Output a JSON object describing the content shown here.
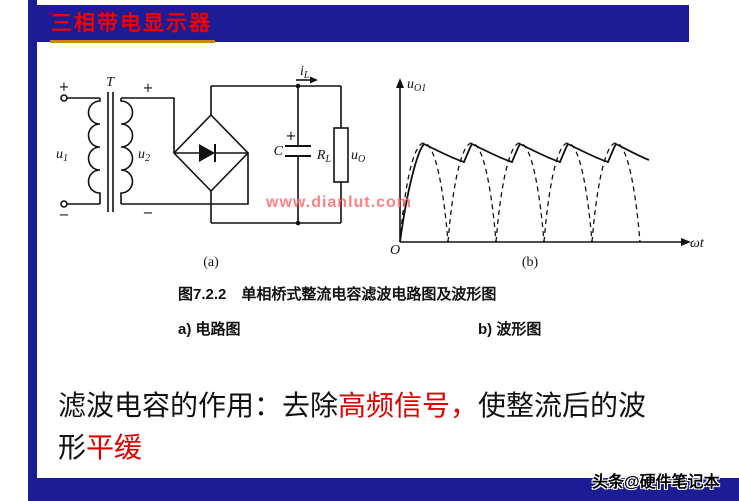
{
  "page": {
    "title": "三相带电显示器",
    "watermark": "www.dianlut.com",
    "credit": "头条@硬件笔记本"
  },
  "figure": {
    "caption": "图7.2.2　单相桥式整流电容滤波电路图及波形图",
    "label_a": "a) 电路图",
    "label_b": "b) 波形图"
  },
  "circuit": {
    "plus": "+",
    "minus": "−",
    "transformer": "T",
    "u": "u",
    "sub1": "1",
    "sub2": "2",
    "subO": "O",
    "subL": "L",
    "cap": "C",
    "res": "R",
    "cur": "i",
    "sub_label": "(a)"
  },
  "wave": {
    "u": "u",
    "subO1": "O1",
    "origin": "O",
    "xaxis": "ωt",
    "sub_label": "(b)"
  },
  "body": {
    "line1_black1": "滤波电容的作用：去除",
    "line1_red": "高频信号，",
    "line1_black2": "使整流后的波",
    "line2_black": "形",
    "line2_red": "平缓"
  },
  "colors": {
    "accent_navy": "#1c1c94",
    "title_red": "#f20000",
    "underline_gold": "#c8860a",
    "body_red": "#dd0000",
    "watermark_pink": "#ff6b6b"
  }
}
